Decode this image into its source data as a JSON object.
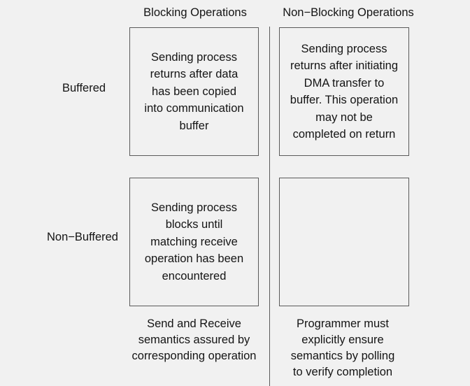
{
  "columns": {
    "blocking": "Blocking Operations",
    "non_blocking": "Non−Blocking Operations"
  },
  "rows": {
    "buffered": "Buffered",
    "non_buffered": "Non−Buffered"
  },
  "cells": {
    "buffered_blocking": "Sending process\nreturns after data\nhas been copied\ninto communication\nbuffer",
    "buffered_non_blocking": "Sending process\nreturns after initiating\nDMA transfer to\nbuffer. This operation\nmay not be\ncompleted on return",
    "non_buffered_blocking": "Sending process\nblocks until\nmatching receive\noperation has been\nencountered",
    "non_buffered_non_blocking": ""
  },
  "footers": {
    "blocking": "Send and Receive\nsemantics assured by\ncorresponding operation",
    "non_blocking": "Programmer must\nexplicitly ensure\nsemantics by polling\nto verify completion"
  }
}
